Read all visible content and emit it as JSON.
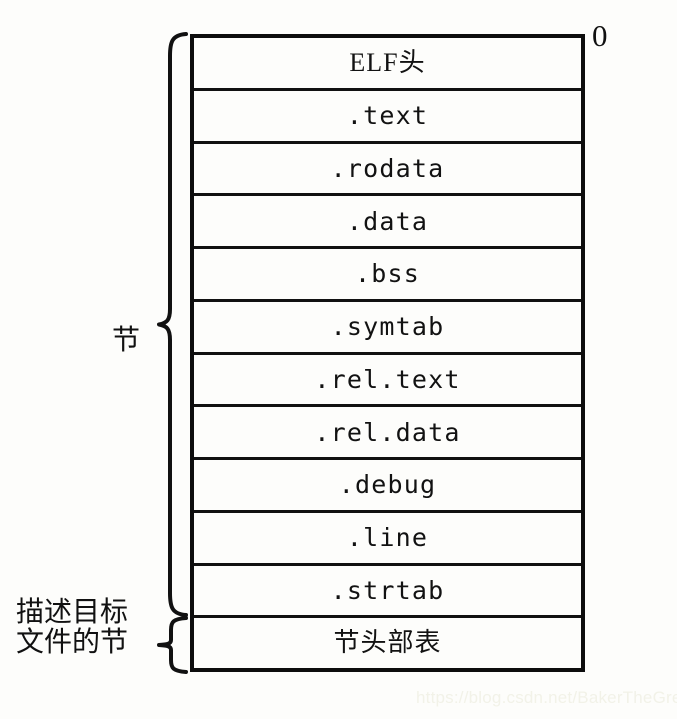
{
  "diagram": {
    "type": "elf-relocatable-object-file-layout",
    "background_color": "#fdfdfb",
    "line_color": "#111111",
    "offset_marker": "0",
    "sections": [
      {
        "name": "ELF头",
        "script": "cjk"
      },
      {
        "name": ".text",
        "script": "mono"
      },
      {
        "name": ".rodata",
        "script": "mono"
      },
      {
        "name": ".data",
        "script": "mono"
      },
      {
        "name": ".bss",
        "script": "mono"
      },
      {
        "name": ".symtab",
        "script": "mono"
      },
      {
        "name": ".rel.text",
        "script": "mono"
      },
      {
        "name": ".rel.data",
        "script": "mono"
      },
      {
        "name": ".debug",
        "script": "mono"
      },
      {
        "name": ".line",
        "script": "mono"
      },
      {
        "name": ".strtab",
        "script": "mono"
      },
      {
        "name": "节头部表",
        "script": "cjk"
      }
    ],
    "braces": {
      "sections_label": "节",
      "section_header_table_label": "描述目标\n文件的节"
    },
    "watermark": "https://blog.csdn.net/BakerTheGreat"
  }
}
